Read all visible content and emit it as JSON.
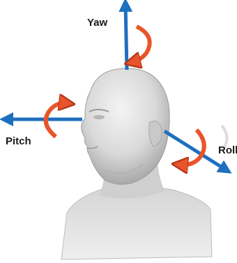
{
  "labels": {
    "yaw": "Yaw",
    "pitch": "Pitch",
    "roll": "Roll"
  },
  "colors": {
    "axis_arrow": "#1f6fbf",
    "rotation_arrow": "#e8552b",
    "head": "#d8d8d8"
  },
  "icons": {
    "head": "human-head-bust",
    "axis": "straight-arrow",
    "rotation": "curved-rotation-arrow"
  }
}
